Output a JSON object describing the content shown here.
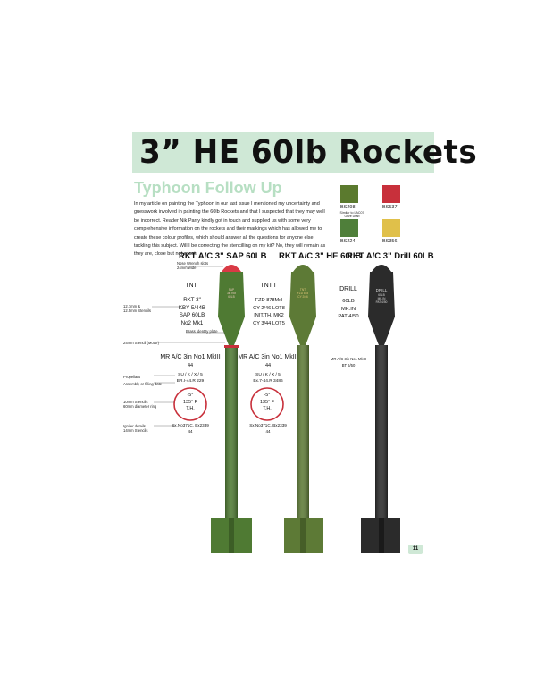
{
  "page": {
    "title": "3” HE 60lb Rockets",
    "subtitle": "Typhoon Follow Up",
    "intro": "In my article on painting the Typhoon in our last issue I mentioned my uncertainty and guesswork involved in painting the 60lb Rockets and that I suspected that they may well be incorrect. Reader Nik Parry kindly got in touch and supplied us with some very comprehensive information on the rockets and their markings which has allowed me to create these colour profiles, which should answer all the questions for anyone else tackling this subject. Will I be correcting the stencilling on my kit? No, they will remain as they are, close but not exact.",
    "page_number": "11"
  },
  "swatches": [
    {
      "code": "BS298",
      "note": "Similar to LAC07 Olive Drab",
      "color": "#5b7a2e"
    },
    {
      "code": "BS537",
      "note": "",
      "color": "#c8303b"
    },
    {
      "code": "BS224",
      "note": "",
      "color": "#4f7f3a"
    },
    {
      "code": "BS356",
      "note": "",
      "color": "#e0c04a"
    }
  ],
  "rockets": [
    {
      "heading": "RKT A/C 3\" SAP 60LB",
      "color": "#4f7a33",
      "tip": "#d93a45",
      "center_stencil": [
        "TNT"
      ],
      "upper_stencil": [
        "RKT 3\"",
        "KBY  5/44B",
        "SAP 60LB",
        "No2 Mk1"
      ],
      "mid_stencil": [
        "MR A/C 3in No1 MkIII",
        "44"
      ],
      "lower_stencil": [
        "SU / K / X / 5",
        "BR.I-44.R 229"
      ],
      "circle": [
        "-5°",
        "135° F",
        "T.H."
      ],
      "bottom_stencil": [
        "Sx.No371C. Bx2339",
        "44"
      ],
      "body_text": [
        "SAP",
        "3in Rkt",
        "60LB"
      ]
    },
    {
      "heading": "RKT A/C 3\" HE 60LB",
      "color": "#5d7a36",
      "tip": "#5d7a36",
      "center_stencil": [
        "TNT I"
      ],
      "upper_stencil": [
        "FZD 878Mxl",
        "CY  2/46 LOT8",
        "INIT.TH. MK2",
        "CY  3/44 LOT5"
      ],
      "mid_stencil": [
        "MR A/C 3in No1 MkIII",
        "44"
      ],
      "lower_stencil": [
        "SU / K / X / 5",
        "Bx.7-44.R 3486"
      ],
      "circle": [
        "-5°",
        "135° F",
        "T.H."
      ],
      "bottom_stencil": [
        "Sx.No371C. Bx2339",
        "44"
      ],
      "body_text": [
        "TNT",
        "FZD 878",
        "CY 2/46"
      ]
    },
    {
      "heading": "RKT A/C 3\" Drill 60LB",
      "color": "#2b2b2b",
      "tip": "#2b2b2b",
      "center_stencil": [
        "DRILL"
      ],
      "upper_stencil": [
        "60LB",
        "MK.IN",
        "PAT  4/50"
      ],
      "mid_stencil": [
        "MR A/C 3in No1 MkIII",
        "BT  6/50"
      ],
      "lower_stencil": [],
      "circle": [],
      "bottom_stencil": [],
      "body_text": [
        "DRILL",
        "60LB",
        "MK.IN",
        "PAT 4/50"
      ]
    }
  ],
  "annotations": {
    "nose": [
      "Nose Wrench slots",
      "24mm wide"
    ],
    "upper_label": [
      "12.7mm &",
      "12.5mm Stencils"
    ],
    "band": [
      "Brass Identity plate"
    ],
    "stencil": [
      "24mm Stencil (Motor)"
    ],
    "propellant": [
      "Propellant",
      "Assembly or filling date"
    ],
    "circle": [
      "10mm Stencils",
      "60mm diameter ring"
    ],
    "igniter": [
      "Igniter details",
      "14mm Stencils"
    ]
  }
}
